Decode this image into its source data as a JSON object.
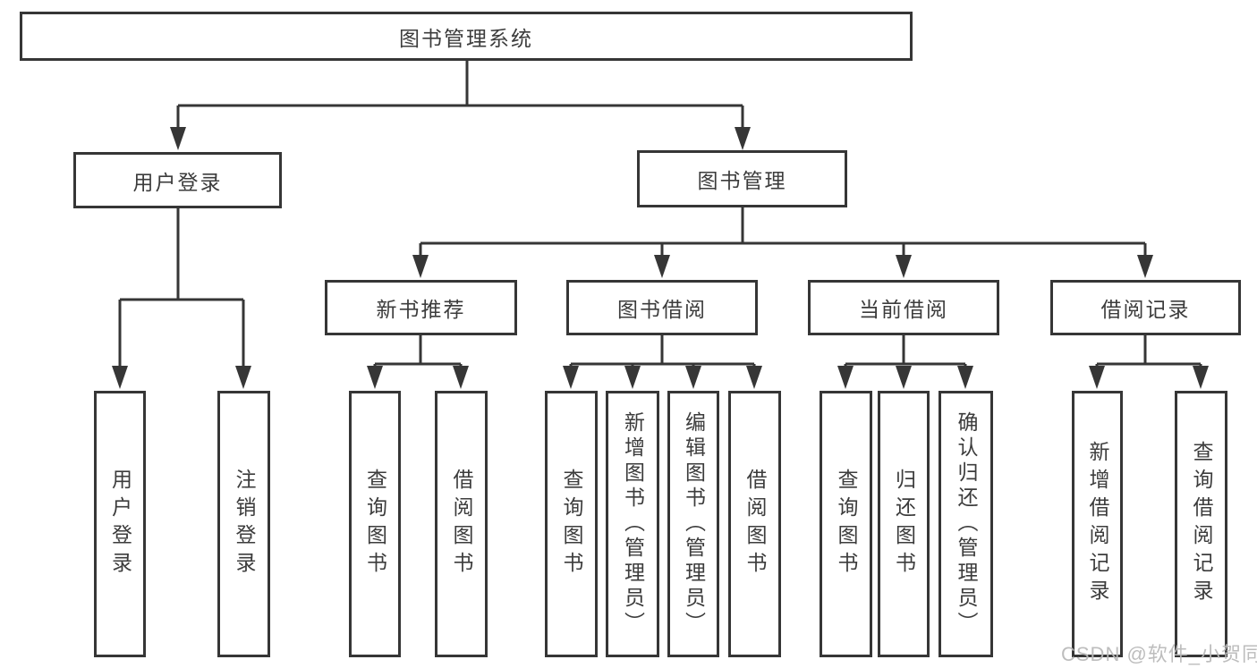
{
  "diagram": {
    "title": "图书管理系统",
    "nodes": {
      "root": "图书管理系统",
      "user_login": "用户登录",
      "book_mgmt": "图书管理",
      "new_book_rec": "新书推荐",
      "book_borrow": "图书借阅",
      "current_borrow": "当前借阅",
      "borrow_records": "借阅记录",
      "leaf_user_login": "用户登录",
      "leaf_logout": "注销登录",
      "leaf_nb_query": "查询图书",
      "leaf_nb_borrow": "借阅图书",
      "leaf_bb_query": "查询图书",
      "leaf_bb_add": "新增图书（管理员）",
      "leaf_bb_edit": "编辑图书（管理员）",
      "leaf_bb_borrow": "借阅图书",
      "leaf_cb_query": "查询图书",
      "leaf_cb_return": "归还图书",
      "leaf_cb_confirm": "确认归还（管理员）",
      "leaf_br_add": "新增借阅记录",
      "leaf_br_query": "查询借阅记录"
    },
    "colors": {
      "line": "#363636",
      "text": "#3c3c3c",
      "background": "#ffffff",
      "watermark": "#b9b9b9"
    }
  },
  "watermark": "CSDN @软件_小贺同学"
}
